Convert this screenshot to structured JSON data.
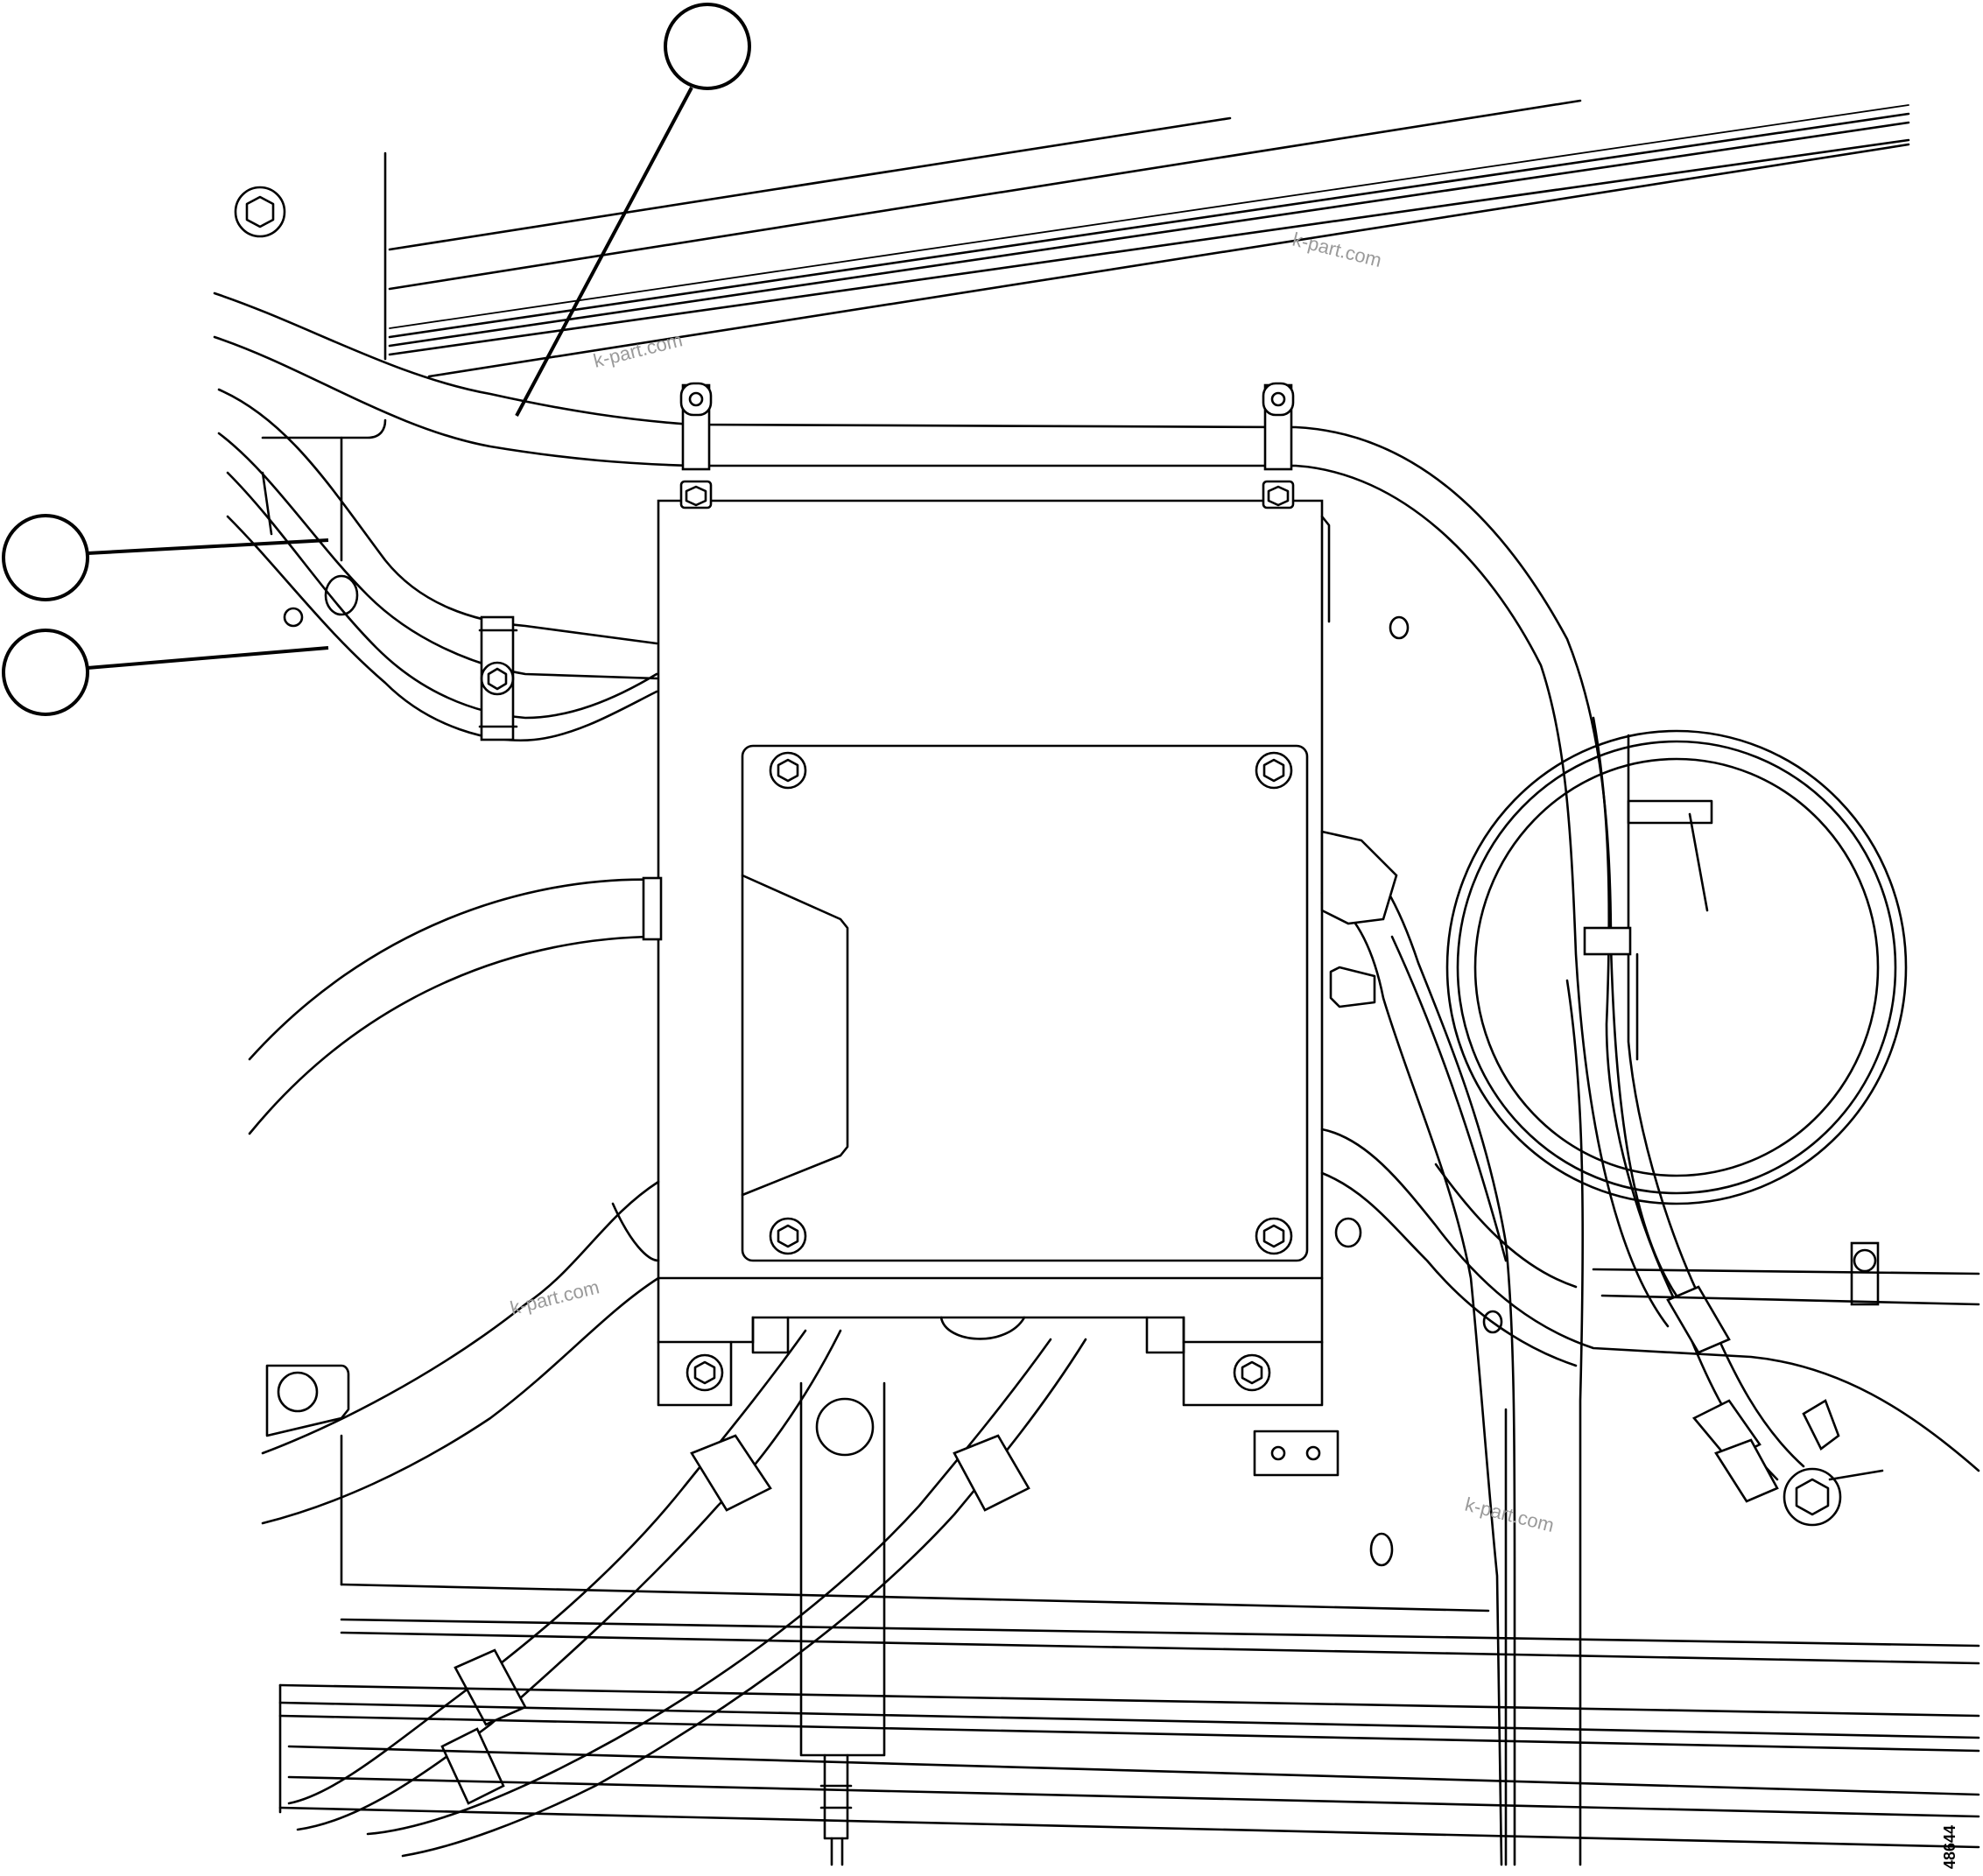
{
  "watermark": "k-part.com",
  "figure_number": "48644",
  "callouts": [
    {
      "name": "callout-top",
      "label": ""
    },
    {
      "name": "callout-left-upper",
      "label": ""
    },
    {
      "name": "callout-left-lower",
      "label": ""
    }
  ]
}
